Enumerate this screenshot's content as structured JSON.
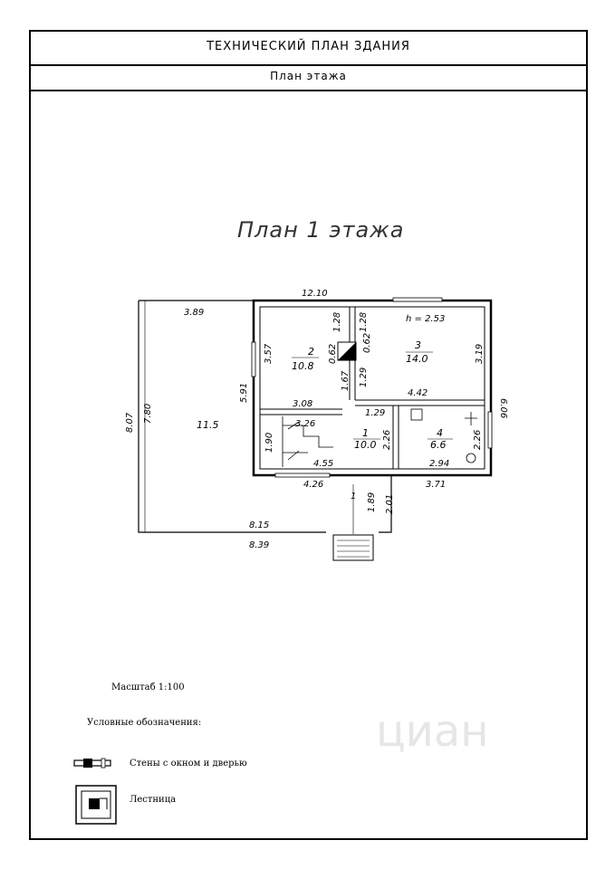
{
  "header": {
    "title": "ТЕХНИЧЕСКИЙ ПЛАН ЗДАНИЯ",
    "subtitle": "План этажа"
  },
  "plan": {
    "title": "План 1 этажа",
    "dimensions": {
      "d_12_10": "12.10",
      "d_3_89": "3.89",
      "d_1_28a": "1.28",
      "d_1_28b": "1.28",
      "h_2_53": "h = 2.53",
      "d_3_57": "3.57",
      "d_0_62a": "0.62",
      "d_0_62b": "0.62",
      "d_3_19": "3.19",
      "d_5_91": "5.91",
      "d_1_67": "1.67",
      "d_1_29a": "1.29",
      "d_6_06": "6.06",
      "d_4_42": "4.42",
      "d_3_08": "3.08",
      "d_8_07": "8.07",
      "d_7_80": "7.80",
      "d_1_29b": "1.29",
      "d_3_26": "3.26",
      "d_1_90": "1.90",
      "d_2_26a": "2.26",
      "d_2_26b": "2.26",
      "d_4_55": "4.55",
      "d_2_94": "2.94",
      "d_4_26": "4.26",
      "d_3_71": "3.71",
      "d_1_89": "1.89",
      "d_2_01": "2.01",
      "d_8_15": "8.15",
      "d_8_39": "8.39",
      "d_1_entr": "1"
    },
    "rooms": {
      "r1_num": "1",
      "r1_area": "10.0",
      "r2_num": "2",
      "r2_area": "10.8",
      "r3_num": "3",
      "r3_area": "14.0",
      "r4_num": "4",
      "r4_area": "6.6",
      "terrace_area": "11.5"
    }
  },
  "legend": {
    "scale": "Масштаб 1:100",
    "heading": "Условные обозначения:",
    "walls": "Стены с окном и дверью",
    "stairs": "Лестница"
  },
  "watermark": "циан"
}
